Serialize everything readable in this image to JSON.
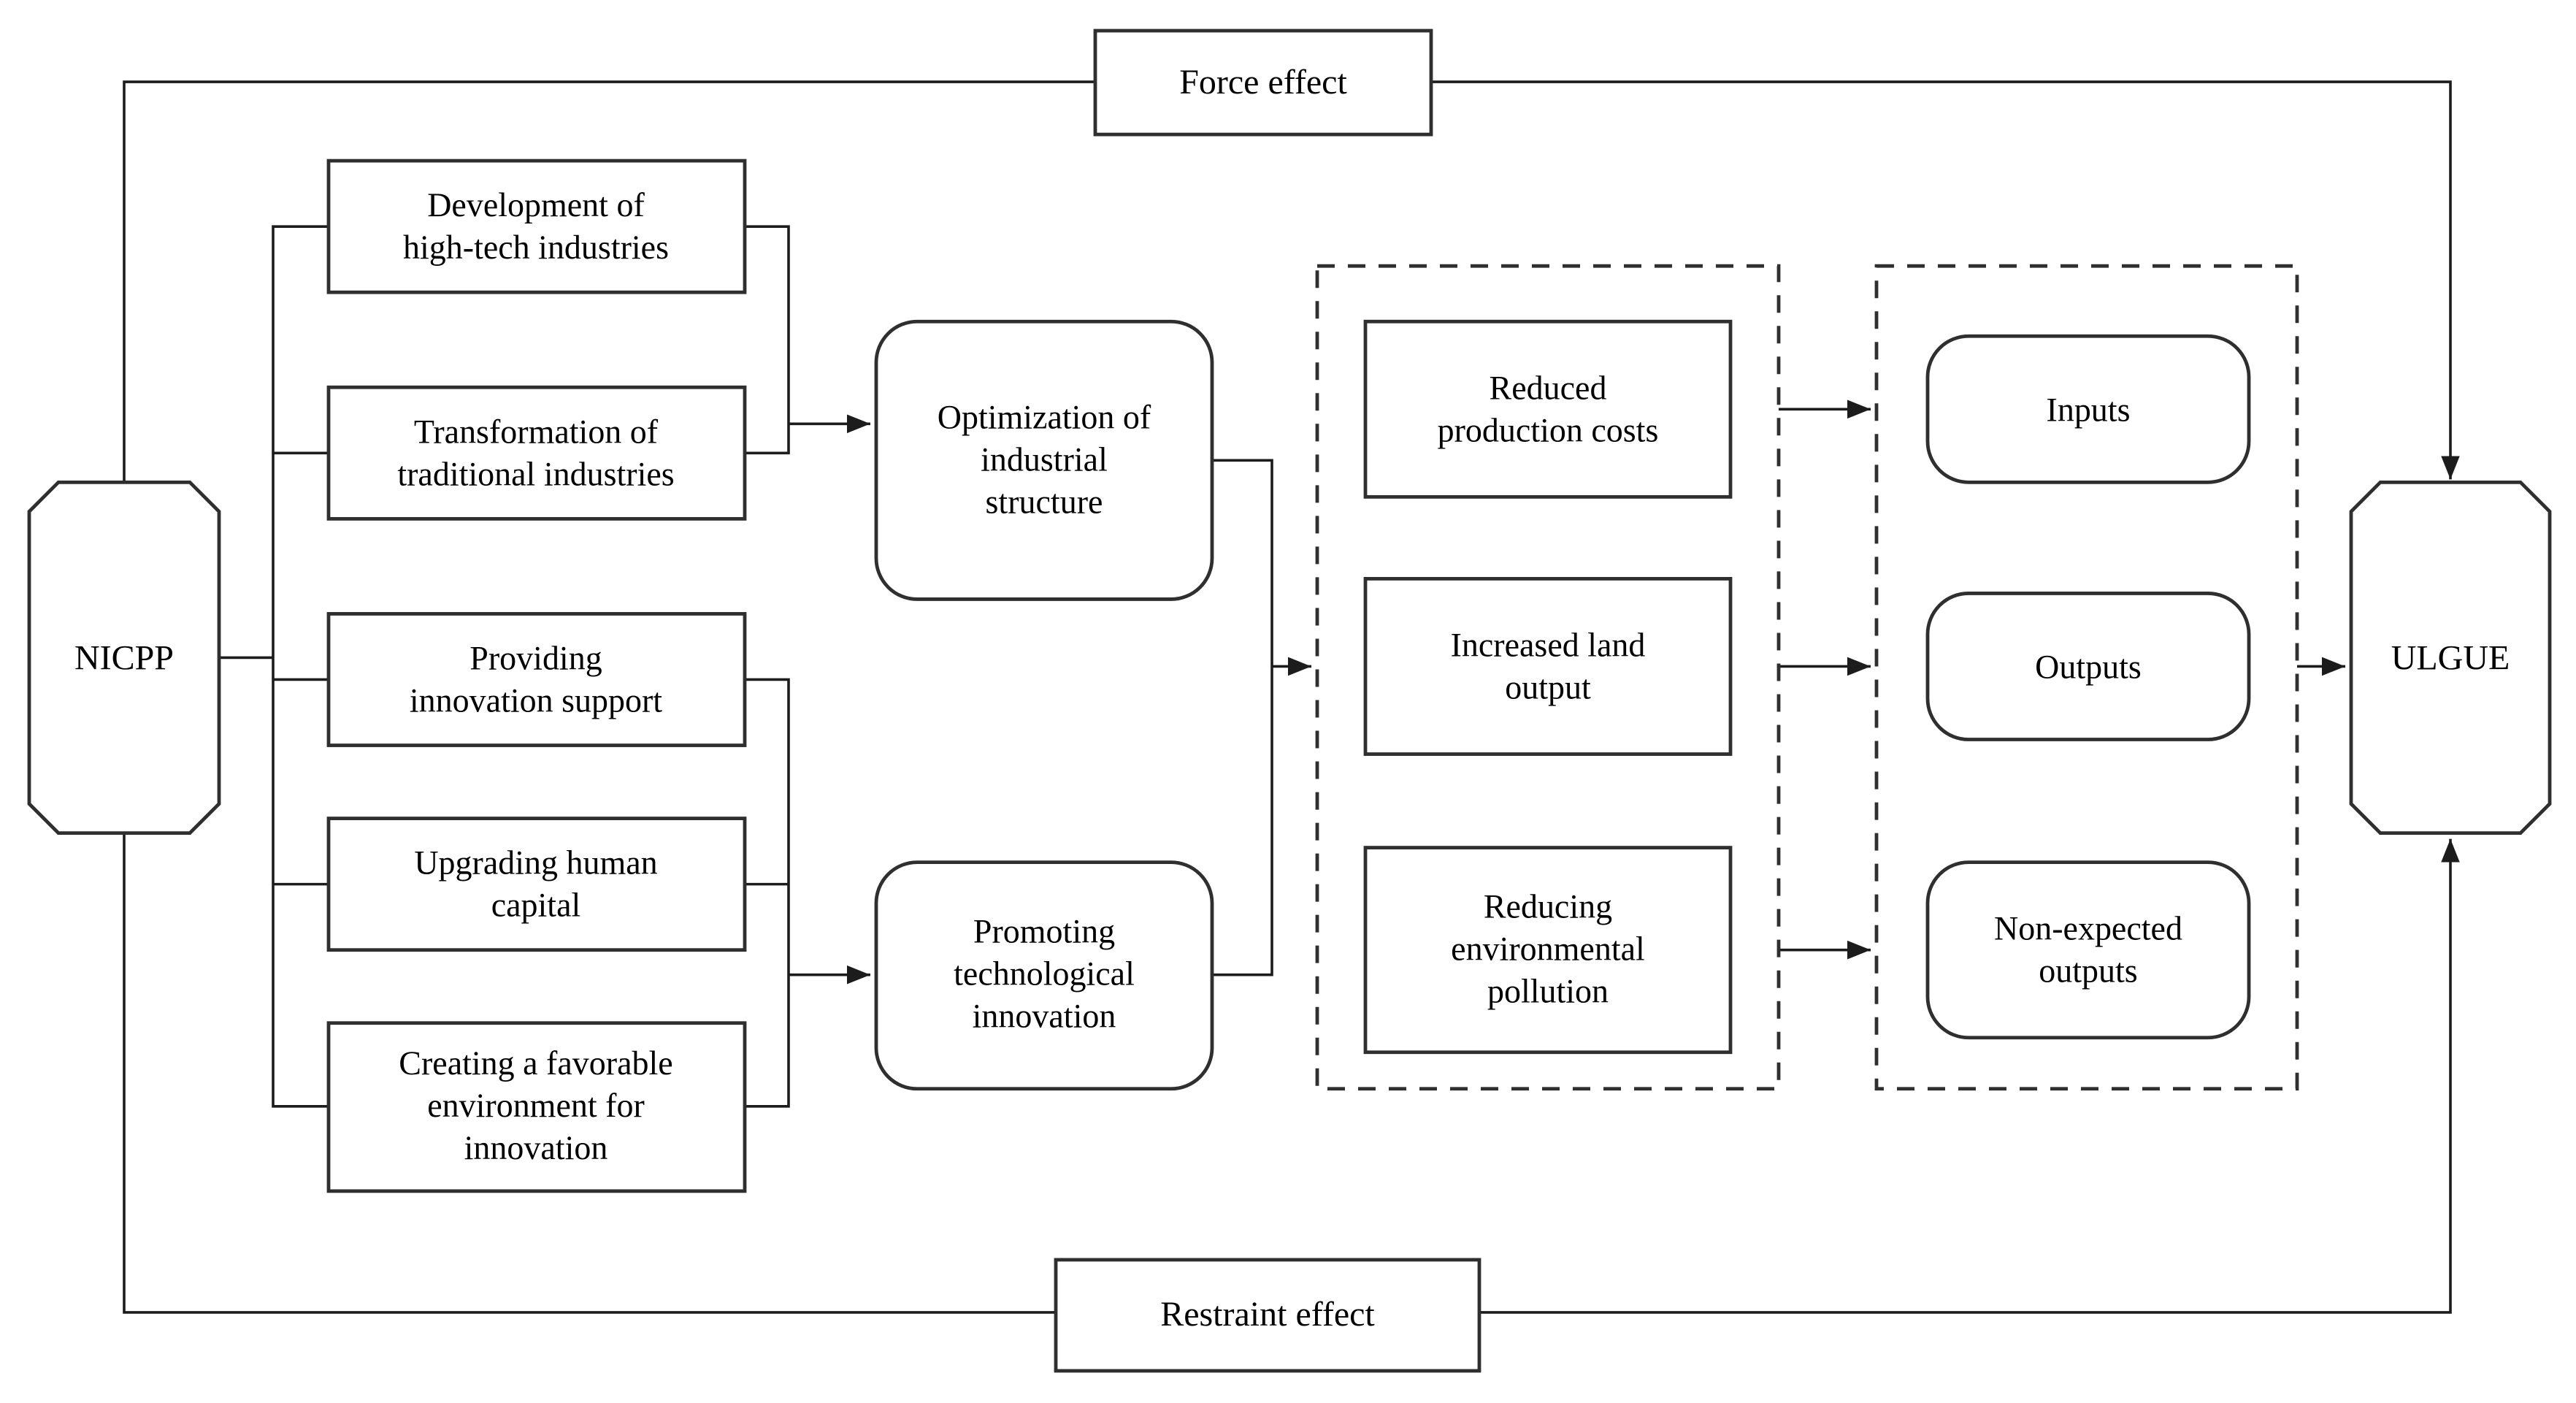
{
  "colors": {
    "background": "#ffffff",
    "line": "#1c1c1c",
    "box-border": "#2f2f2f",
    "text": "#000000"
  },
  "diagram": {
    "policy": {
      "label": "NICPP"
    },
    "outcome": {
      "label": "ULGUE"
    },
    "top_effect": {
      "label": "Force effect"
    },
    "bottom_effect": {
      "label": "Restraint effect"
    },
    "drivers": {
      "dev_high_tech": {
        "line1": "Development of",
        "line2": "high-tech industries"
      },
      "transformation": {
        "line1": "Transformation of",
        "line2": "traditional industries"
      },
      "innovation_support": {
        "line1": "Providing",
        "line2": "innovation support"
      },
      "human_capital": {
        "line1": "Upgrading human",
        "line2": "capital"
      },
      "favorable_env": {
        "line1": "Creating a favorable",
        "line2": "environment for",
        "line3": "innovation"
      }
    },
    "mediators": {
      "industrial_structure": {
        "line1": "Optimization of",
        "line2": "industrial",
        "line3": "structure"
      },
      "tech_innovation": {
        "line1": "Promoting",
        "line2": "technological",
        "line3": "innovation"
      }
    },
    "mechanisms": {
      "reduced_costs": {
        "line1": "Reduced",
        "line2": "production costs"
      },
      "land_output": {
        "line1": "Increased land",
        "line2": "output"
      },
      "env_pollution": {
        "line1": "Reducing",
        "line2": "environmental",
        "line3": "pollution"
      }
    },
    "efficiency_factors": {
      "inputs": {
        "label": "Inputs"
      },
      "outputs": {
        "label": "Outputs"
      },
      "non_expected": {
        "line1": "Non-expected",
        "line2": "outputs"
      }
    }
  }
}
